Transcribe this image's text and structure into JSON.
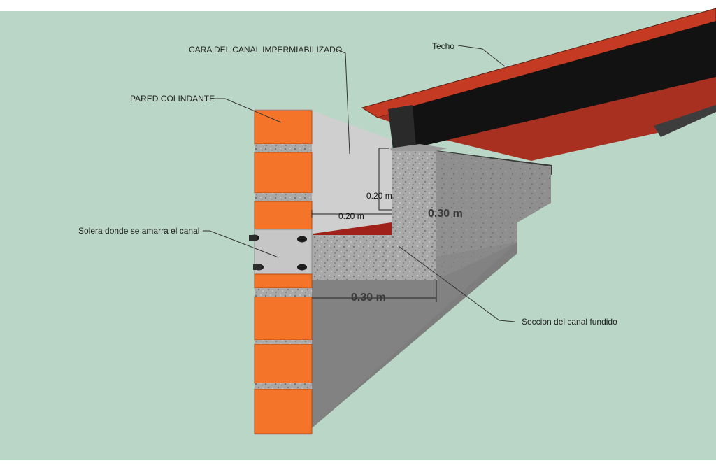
{
  "labels": {
    "techo": "Techo",
    "cara_canal": "CARA DEL CANAL IMPERMIABILIZADO",
    "pared_colindante": "PARED COLINDANTE",
    "solera": "Solera donde se amarra el canal",
    "seccion_canal": "Seccion del canal fundido"
  },
  "dimensions": {
    "channel_height": "0.20 m",
    "channel_width": "0.20 m",
    "lip_height": "0.30 m",
    "base_width": "0.30 m"
  },
  "colors": {
    "background": "#b9d6c6",
    "brick": "#f4742a",
    "mortar": "#b8b8b8",
    "concrete": "#8f8f8f",
    "roof_red": "#b8351f",
    "roof_beam": "#111111"
  }
}
